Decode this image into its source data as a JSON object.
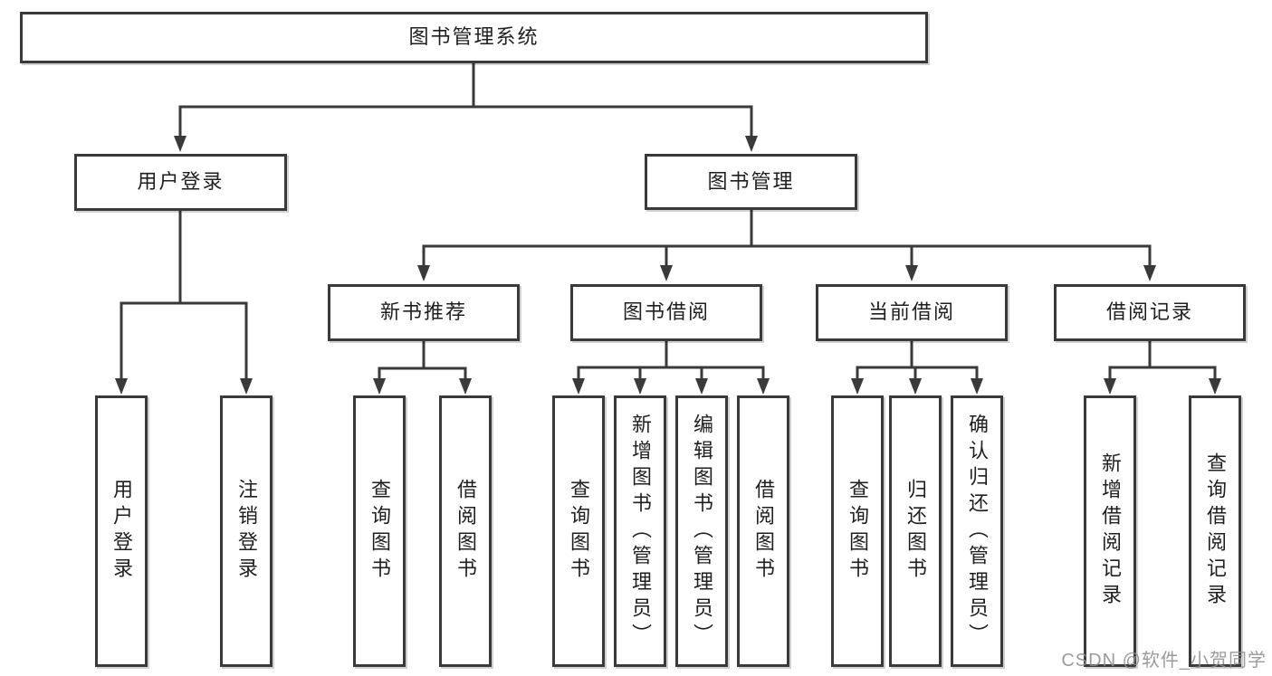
{
  "diagram": {
    "root": {
      "label": "图书管理系统"
    },
    "level2": {
      "user_login": {
        "label": "用户登录"
      },
      "book_management": {
        "label": "图书管理"
      }
    },
    "user_login_children": {
      "login": {
        "label": "用户登录"
      },
      "logout": {
        "label": "注销登录"
      }
    },
    "level3": {
      "new_book_recommend": {
        "label": "新书推荐"
      },
      "book_borrowing": {
        "label": "图书借阅"
      },
      "current_borrowing": {
        "label": "当前借阅"
      },
      "borrow_records": {
        "label": "借阅记录"
      }
    },
    "new_book_children": {
      "query_books": {
        "label": "查询图书"
      },
      "borrow_books": {
        "label": "借阅图书"
      }
    },
    "book_borrowing_children": {
      "query_books": {
        "label": "查询图书"
      },
      "add_books_admin": {
        "label": "新增图书（管理员）"
      },
      "edit_books_admin": {
        "label": "编辑图书（管理员）"
      },
      "borrow_books": {
        "label": "借阅图书"
      }
    },
    "current_borrowing_children": {
      "query_books": {
        "label": "查询图书"
      },
      "return_books": {
        "label": "归还图书"
      },
      "confirm_return_admin": {
        "label": "确认归还（管理员）"
      }
    },
    "borrow_records_children": {
      "add_record": {
        "label": "新增借阅记录"
      },
      "query_record": {
        "label": "查询借阅记录"
      }
    },
    "line_color": "#3a3a3a"
  },
  "watermark": {
    "text": "CSDN @软件_小贺同学"
  }
}
